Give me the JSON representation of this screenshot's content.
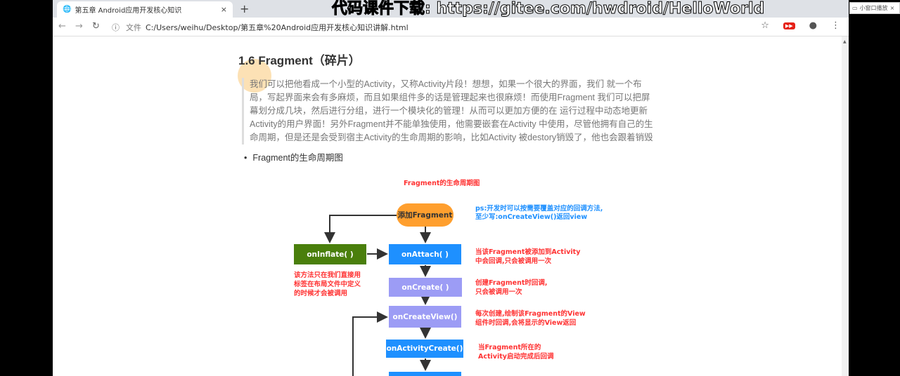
{
  "browser": {
    "tab_title": "第五章 Android应用开发核心知识",
    "new_tab": "+",
    "close": "×",
    "address_label": "文件",
    "url": "C:/Users/weihu/Desktop/第五章%20Android应用开发核心知识讲解.html",
    "icons": [
      "back-icon",
      "forward-icon",
      "reload-icon",
      "info-icon",
      "star-icon",
      "youtube-icon",
      "account-icon",
      "menu-icon"
    ]
  },
  "watermark": "代码课件下载: https://gitee.com/hwdroid/HelloWorld",
  "popup": {
    "label": "小窗口播放",
    "close": "×"
  },
  "content": {
    "heading": "1.6 Fragment（碎片）",
    "quote": "我们可以把他看成一个小型的Activity，又称Activity片段！想想，如果一个很大的界面，我们 就一个布局，写起界面来会有多麻烦，而且如果组件多的话是管理起来也很麻烦！而使用Fragment 我们可以把屏幕划分成几块，然后进行分组，进行一个模块化的管理！从而可以更加方便的在 运行过程中动态地更新Activity的用户界面！另外Fragment并不能单独使用，他需要嵌套在Activity 中使用，尽管他拥有自己的生命周期，但是还是会受到宿主Activity的生命周期的影响，比如Activity 被destory销毁了，他也会跟着销毁",
    "bullet": "Fragment的生命周期图"
  },
  "diagram": {
    "title": "Fragment的生命周期图",
    "add": "添加Fragment",
    "ps": "ps:开发时可以按需要覆盖对应的回调方法,\n至少写:onCreateView()返回view",
    "onInflate": "onInflate( )",
    "onInflate_note": "该方法只在我们直接用\n标签在布局文件中定义\n的时候才会被调用",
    "onAttach": "onAttach( )",
    "onAttach_note": "当该Fragment被添加到Activity\n中会回调,只会被调用一次",
    "onCreate": "onCreate( )",
    "onCreate_note": "创建Fragment时回调,\n只会被调用一次",
    "onCreateView": "onCreateView()",
    "onCreateView_note": "每次创建,绘制该Fragment的View\n组件时回调,会将显示的View返回",
    "onActivityCreate": "onActivityCreate()",
    "onActivityCreate_note": "当Fragment所在的\nActivity启动完成后回调",
    "colors": {
      "orange": "#ff9f2e",
      "green": "#4a7f0c",
      "blue": "#1e90ff",
      "lavender": "#9c9cf5",
      "red": "#ff3333"
    }
  }
}
